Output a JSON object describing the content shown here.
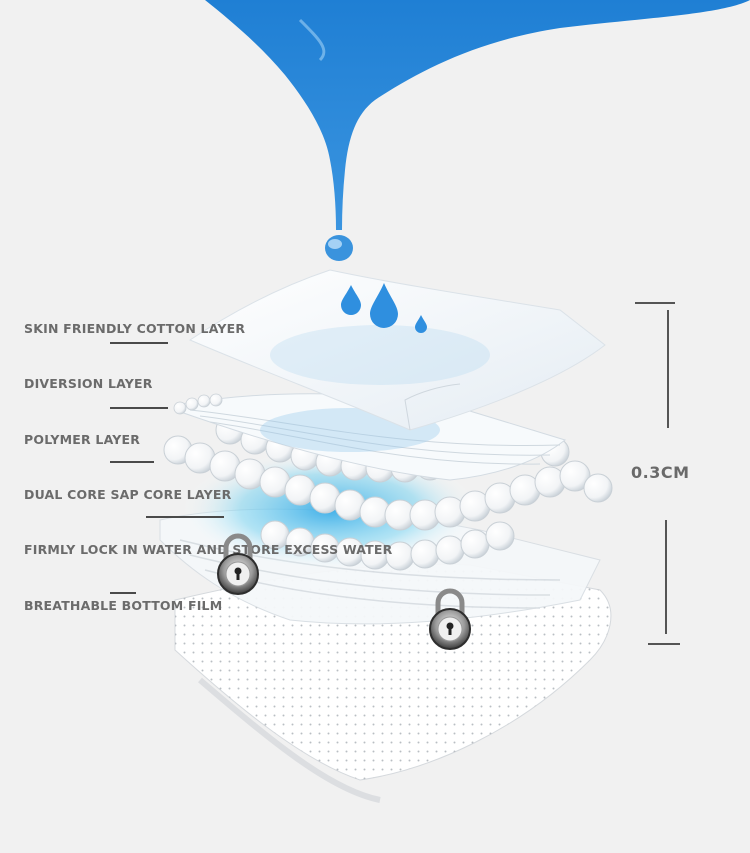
{
  "labels": [
    {
      "text": "SKIN FRIENDLY COTTON LAYER"
    },
    {
      "text": "DIVERSION LAYER"
    },
    {
      "text": "POLYMER LAYER"
    },
    {
      "text": "DUAL CORE SAP CORE LAYER"
    },
    {
      "text": "FIRMLY LOCK IN WATER AND STORE EXCESS WATER"
    },
    {
      "text": "BREATHABLE BOTTOM FILM"
    }
  ],
  "dimension": {
    "value": "0.3CM"
  },
  "colors": {
    "water": "#2e86d6",
    "background": "#f1f1f1",
    "label_text": "#6b6b6b",
    "absorb_glow": "#4fc3e8"
  },
  "icons": [
    "water-splash",
    "water-drop",
    "padlock",
    "padlock"
  ]
}
